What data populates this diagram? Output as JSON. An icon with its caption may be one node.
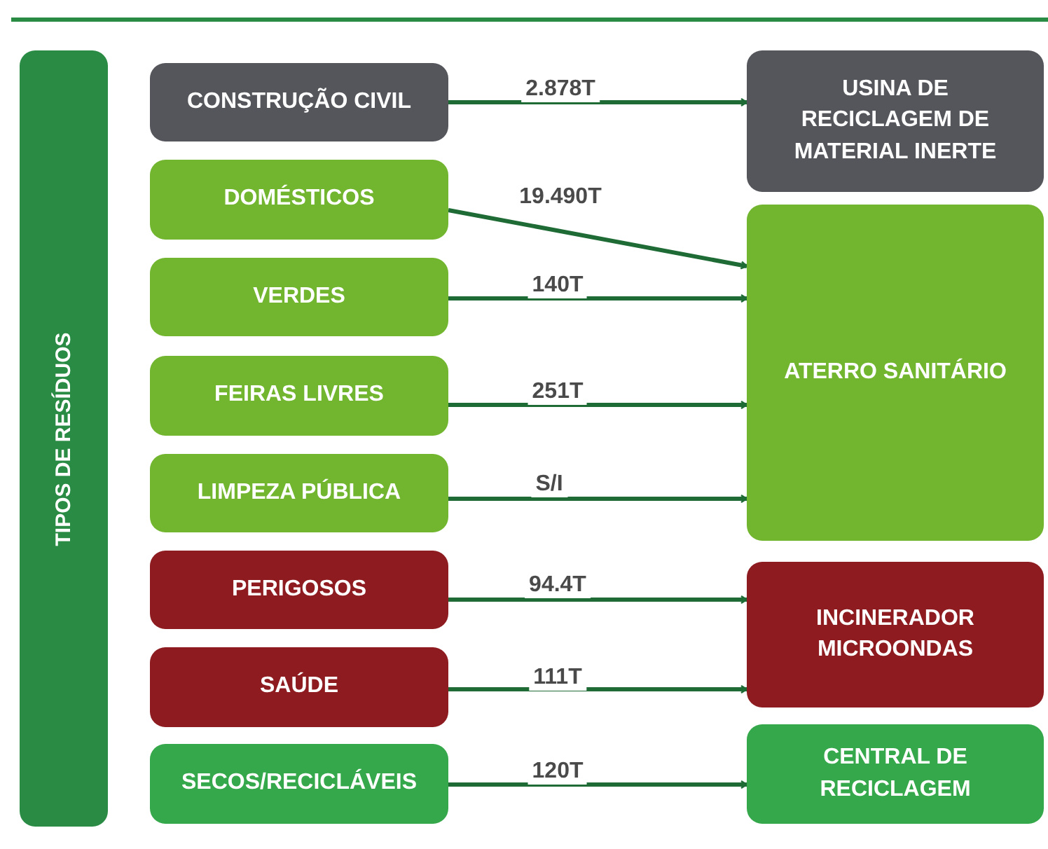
{
  "diagram": {
    "nodes": [
      {
        "text": [
          "TIPOS DE RESÍDUOS"
        ]
      },
      {
        "text": [
          "CONSTRUÇÃO CIVIL"
        ]
      },
      {
        "text": [
          "DOMÉSTICOS"
        ]
      },
      {
        "text": [
          "VERDES"
        ]
      },
      {
        "text": [
          "FEIRAS LIVRES"
        ]
      },
      {
        "text": [
          "LIMPEZA PÚBLICA"
        ]
      },
      {
        "text": [
          "PERIGOSOS"
        ]
      },
      {
        "text": [
          "SAÚDE"
        ]
      },
      {
        "text": [
          "SECOS/RECICLÁVEIS"
        ]
      },
      {
        "text": [
          "USINA DE RECICLAGEM DE MATERIAL INERTE"
        ]
      },
      {
        "text": [
          "ATERRO SANITÁRIO"
        ]
      },
      {
        "text": [
          "INCINERADOR MICROONDAS"
        ]
      },
      {
        "text": [
          "CENTRAL DE RECICLAGEM"
        ]
      }
    ],
    "edges": [
      {
        "from": 1,
        "to": 9,
        "arrow": "to",
        "label": "2.878T"
      },
      {
        "from": 2,
        "to": 10,
        "arrow": "to",
        "label": "19.490T"
      },
      {
        "from": 3,
        "to": 10,
        "arrow": "to",
        "label": "140T"
      },
      {
        "from": 4,
        "to": 10,
        "arrow": "to",
        "label": "251T"
      },
      {
        "from": 5,
        "to": 10,
        "arrow": "to",
        "label": "S/I"
      },
      {
        "from": 6,
        "to": 11,
        "arrow": "to",
        "label": "94.4T"
      },
      {
        "from": 7,
        "to": 11,
        "arrow": "to",
        "label": "111T"
      },
      {
        "from": 8,
        "to": 12,
        "arrow": "to",
        "label": "120T"
      }
    ]
  }
}
